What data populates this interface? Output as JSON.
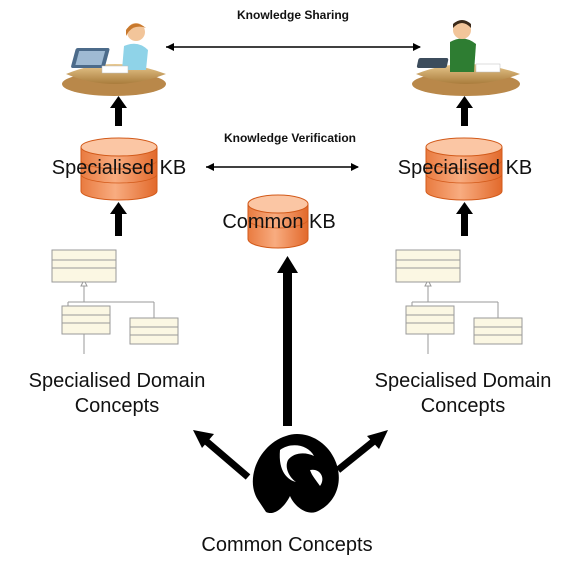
{
  "edges": {
    "sharing_label": "Knowledge Sharing",
    "verification_label": "Knowledge Verification"
  },
  "left_branch": {
    "kb_label": "Specialised KB",
    "concepts_label_line1": "Specialised Domain",
    "concepts_label_line2": "Concepts"
  },
  "right_branch": {
    "kb_label": "Specialised KB",
    "concepts_label_line1": "Specialised Domain",
    "concepts_label_line2": "Concepts"
  },
  "center": {
    "common_kb_label": "Common KB",
    "common_concepts_label": "Common Concepts"
  },
  "icons": {
    "left_user": "woman-at-desk-icon",
    "right_user": "man-at-desk-icon",
    "database": "database-cylinder-icon",
    "class_diagram": "uml-class-diagram-icon",
    "concept_shape": "abstract-blob-icon"
  },
  "colors": {
    "db_fill": "#f5a070",
    "db_top": "#fbc6a4",
    "db_stroke": "#d9601e",
    "arrow": "#000000",
    "uml_fill": "#fbf7e3"
  }
}
